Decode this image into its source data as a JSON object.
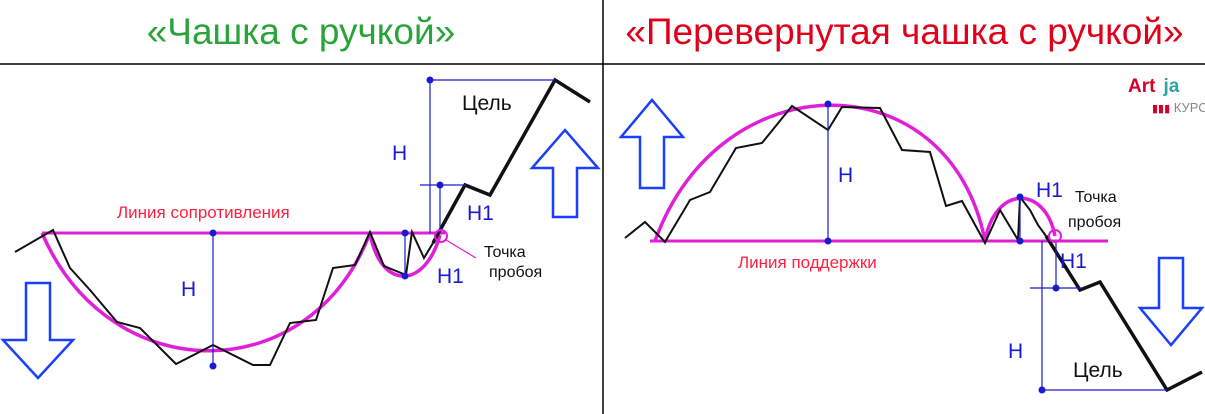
{
  "left_panel": {
    "title": "«Чашка с ручкой»",
    "resistance_label": "Линия сопротивления",
    "target_label": "Цель",
    "h_labels": [
      "H",
      "H"
    ],
    "h1_labels": [
      "H1",
      "H1"
    ],
    "breakout_label_line1": "Точка",
    "breakout_label_line2": "пробоя"
  },
  "right_panel": {
    "title": "«Перевернутая чашка с ручкой»",
    "support_label": "Линия поддержки",
    "target_label": "Цель",
    "h_labels": [
      "H",
      "H"
    ],
    "h1_labels": [
      "H1",
      "H1"
    ],
    "breakout_label_line1": "Точка",
    "breakout_label_line2": "пробоя"
  },
  "logo": {
    "part1": "Art",
    "part2": "ja",
    "sub": "КУРС"
  },
  "colors": {
    "title_left": "#2aa43a",
    "title_right": "#e0001b",
    "curve": "#e020d8",
    "line_label": "#ff2040",
    "measure": "#1a1ad0",
    "arrow": "#1a3fff",
    "price": "#111111",
    "logo_red": "#d4002a",
    "logo_teal": "#2aa6a0"
  }
}
